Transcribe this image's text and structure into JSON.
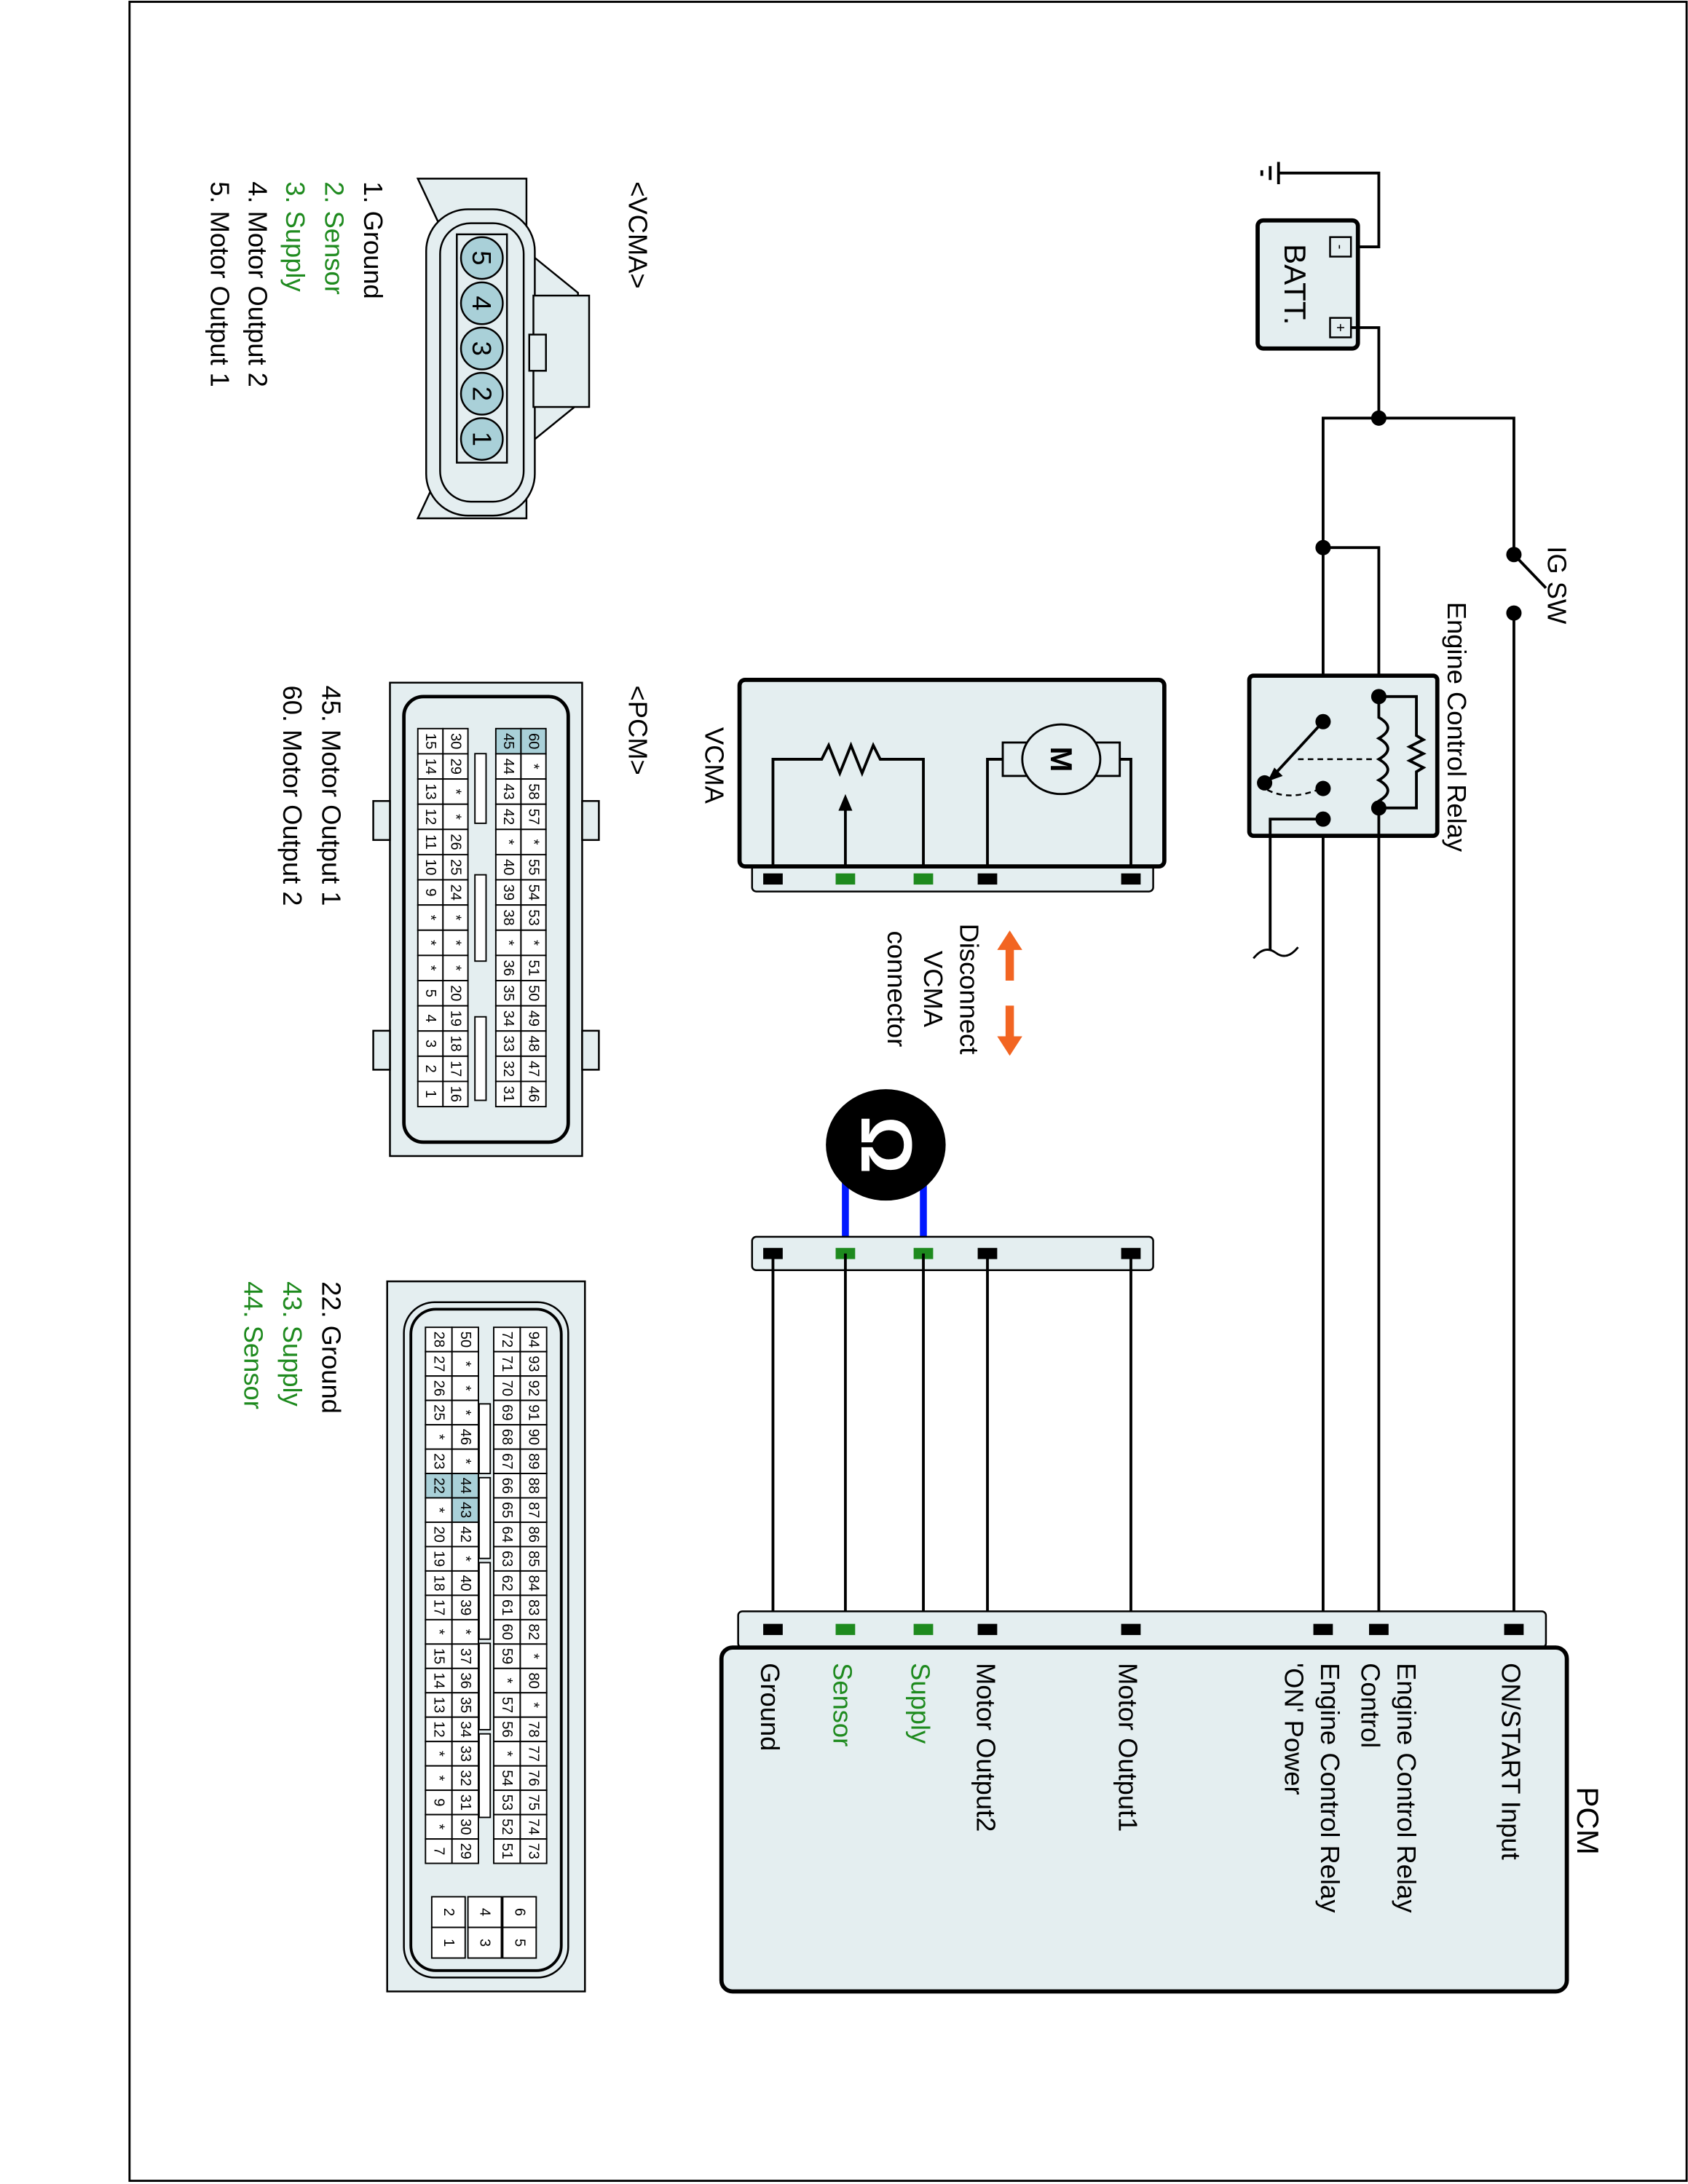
{
  "colors": {
    "panel": "#e4eef0",
    "highlight": "#a9d0d8",
    "green": "#1e8a1e",
    "orange": "#f26522",
    "probe": "#0018ff",
    "wire": "#000000"
  },
  "power": {
    "battery": "BATT.",
    "minus": "-",
    "plus": "+",
    "ig_switch": "IG SW"
  },
  "relay": {
    "label": "Engine Control Relay"
  },
  "vcma_component": {
    "label": "VCMA",
    "motor": "M"
  },
  "instruction": {
    "line1": "Disconnect",
    "line2": "VCMA",
    "line3": "connector",
    "icon": "double-arrow-icon"
  },
  "meter": {
    "symbol": "Ω",
    "icon": "ohmmeter-icon"
  },
  "pcm_component": {
    "label": "PCM",
    "pins": {
      "on_start": "ON/START Input",
      "relay_control_1": "Engine Control Relay",
      "relay_control_2": "Control",
      "relay_power_1": "Engine Control Relay",
      "relay_power_2": "'ON' Power",
      "motor1": "Motor Output1",
      "motor2": "Motor Output2",
      "supply": "Supply",
      "sensor": "Sensor",
      "ground": "Ground"
    }
  },
  "vcma_connector": {
    "title": "<VCMA>",
    "pins": [
      "5",
      "4",
      "3",
      "2",
      "1"
    ],
    "legend": [
      {
        "text": "1. Ground",
        "color": "#000000"
      },
      {
        "text": "2. Sensor",
        "color": "#1e8a1e"
      },
      {
        "text": "3. Supply",
        "color": "#1e8a1e"
      },
      {
        "text": "4. Motor Output 2",
        "color": "#000000"
      },
      {
        "text": "5. Motor Output 1",
        "color": "#000000"
      }
    ]
  },
  "pcm_connector_a": {
    "title": "<PCM>",
    "rows": [
      [
        "60",
        "*",
        "58",
        "57",
        "*",
        "55",
        "54",
        "53",
        "*",
        "51",
        "50",
        "49",
        "48",
        "47",
        "46"
      ],
      [
        "45",
        "44",
        "43",
        "42",
        "*",
        "40",
        "39",
        "38",
        "*",
        "36",
        "35",
        "34",
        "33",
        "32",
        "31"
      ],
      [
        "30",
        "29",
        "*",
        "*",
        "26",
        "25",
        "24",
        "*",
        "*",
        "*",
        "20",
        "19",
        "18",
        "17",
        "16"
      ],
      [
        "15",
        "14",
        "13",
        "12",
        "11",
        "10",
        "9",
        "*",
        "*",
        "*",
        "5",
        "4",
        "3",
        "2",
        "1"
      ]
    ],
    "highlighted": [
      "60",
      "45"
    ],
    "legend": [
      {
        "text": "45. Motor Output 1",
        "color": "#000000"
      },
      {
        "text": "60. Motor Output 2",
        "color": "#000000"
      }
    ]
  },
  "pcm_connector_b": {
    "rows": [
      [
        "94",
        "93",
        "92",
        "91",
        "90",
        "89",
        "88",
        "87",
        "86",
        "85",
        "84",
        "83",
        "82",
        "*",
        "80",
        "*",
        "78",
        "77",
        "76",
        "75",
        "74",
        "73"
      ],
      [
        "72",
        "71",
        "70",
        "69",
        "68",
        "67",
        "66",
        "65",
        "64",
        "63",
        "62",
        "61",
        "60",
        "59",
        "*",
        "57",
        "56",
        "*",
        "54",
        "53",
        "52",
        "51"
      ],
      [
        "50",
        "*",
        "*",
        "*",
        "46",
        "*",
        "44",
        "43",
        "42",
        "*",
        "40",
        "39",
        "*",
        "37",
        "36",
        "35",
        "34",
        "33",
        "32",
        "31",
        "30",
        "29"
      ],
      [
        "28",
        "27",
        "26",
        "25",
        "*",
        "23",
        "22",
        "*",
        "20",
        "19",
        "18",
        "17",
        "*",
        "15",
        "14",
        "13",
        "12",
        "*",
        "*",
        "9",
        "*",
        "7"
      ]
    ],
    "aux": [
      [
        "6",
        "4",
        "2"
      ],
      [
        "5",
        "3",
        "1"
      ]
    ],
    "highlighted": [
      "44",
      "43",
      "22"
    ],
    "legend": [
      {
        "text": "22. Ground",
        "color": "#000000"
      },
      {
        "text": "43. Supply",
        "color": "#1e8a1e"
      },
      {
        "text": "44. Sensor",
        "color": "#1e8a1e"
      }
    ]
  }
}
